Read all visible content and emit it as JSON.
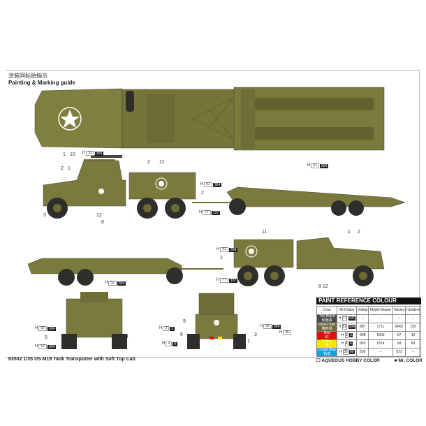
{
  "header": {
    "title_cn": "涂装同标贴指示",
    "title_en": "Painting & Marking guide"
  },
  "callouts": {
    "top_1": "1",
    "top_10": "10",
    "side_2a": "2",
    "side_1": "1",
    "side_2b": "2",
    "side_11": "11",
    "side_2c": "2",
    "side_3": "3",
    "side_12": "12",
    "side_8": "8",
    "r2_11": "11",
    "r2_1": "1",
    "r2_2": "2",
    "r2_2b": "2",
    "r2_8_12": "8 12",
    "rear_5": "5",
    "rear_4": "4",
    "front_9": "9",
    "front_6": "6",
    "front_3": "3",
    "front_7": "7"
  },
  "paint_codes": {
    "prefix": "H",
    "olive": "304",
    "black": "137",
    "red": "3",
    "yellow": "4",
    "blue": "35",
    "olive_aq": "52",
    "black_aq": "77"
  },
  "paint_table": {
    "title": "PAINT  REFERENCE COLOUR",
    "headers": [
      "Color",
      "Mr.Hobby",
      "Vallejo",
      "Model Master",
      "Tamiya",
      "Humbrol"
    ],
    "rows": [
      {
        "color": "Tire Black",
        "color_cn": "轮胎黑",
        "swatch": "#4a4a4a",
        "aq": "77",
        "mr": "137",
        "vallejo": "–",
        "model_master": "–",
        "tamiya": "–",
        "humbrol": "–"
      },
      {
        "color": "Olive Drab",
        "color_cn": "橄榄绿",
        "swatch": "#6b6b3a",
        "aq": "52",
        "mr": "304",
        "vallejo": "887",
        "model_master": "1711",
        "tamiya": "XF62",
        "humbrol": "155"
      },
      {
        "color": "Red",
        "color_cn": "红",
        "swatch": "#e01010",
        "aq": "3",
        "mr": "3",
        "vallejo": "908",
        "model_master": "1503",
        "tamiya": "X7",
        "humbrol": "19"
      },
      {
        "color": "Yellow",
        "color_cn": "黄",
        "swatch": "#f5e600",
        "aq": "4",
        "mr": "4",
        "vallejo": "953",
        "model_master": "1514",
        "tamiya": "X8",
        "humbrol": "69"
      },
      {
        "color": "Cobalt Blue",
        "color_cn": "钴蓝",
        "swatch": "#1a9fe0",
        "aq": "35",
        "mr": "80",
        "vallejo": "838",
        "model_master": "–",
        "tamiya": "X23",
        "humbrol": "–"
      }
    ]
  },
  "legend": {
    "aqueous": "AQUEOUS HOBBY COLOR",
    "mr": "Mr. COLOR"
  },
  "footer": "63502 1/35  US M19 Tank Transporter with Soft Top Cab",
  "colors": {
    "olive": "#7a7a3c",
    "olive_dark": "#5d5d2c",
    "tire": "#2e2e2a",
    "star": "#ffffff"
  }
}
